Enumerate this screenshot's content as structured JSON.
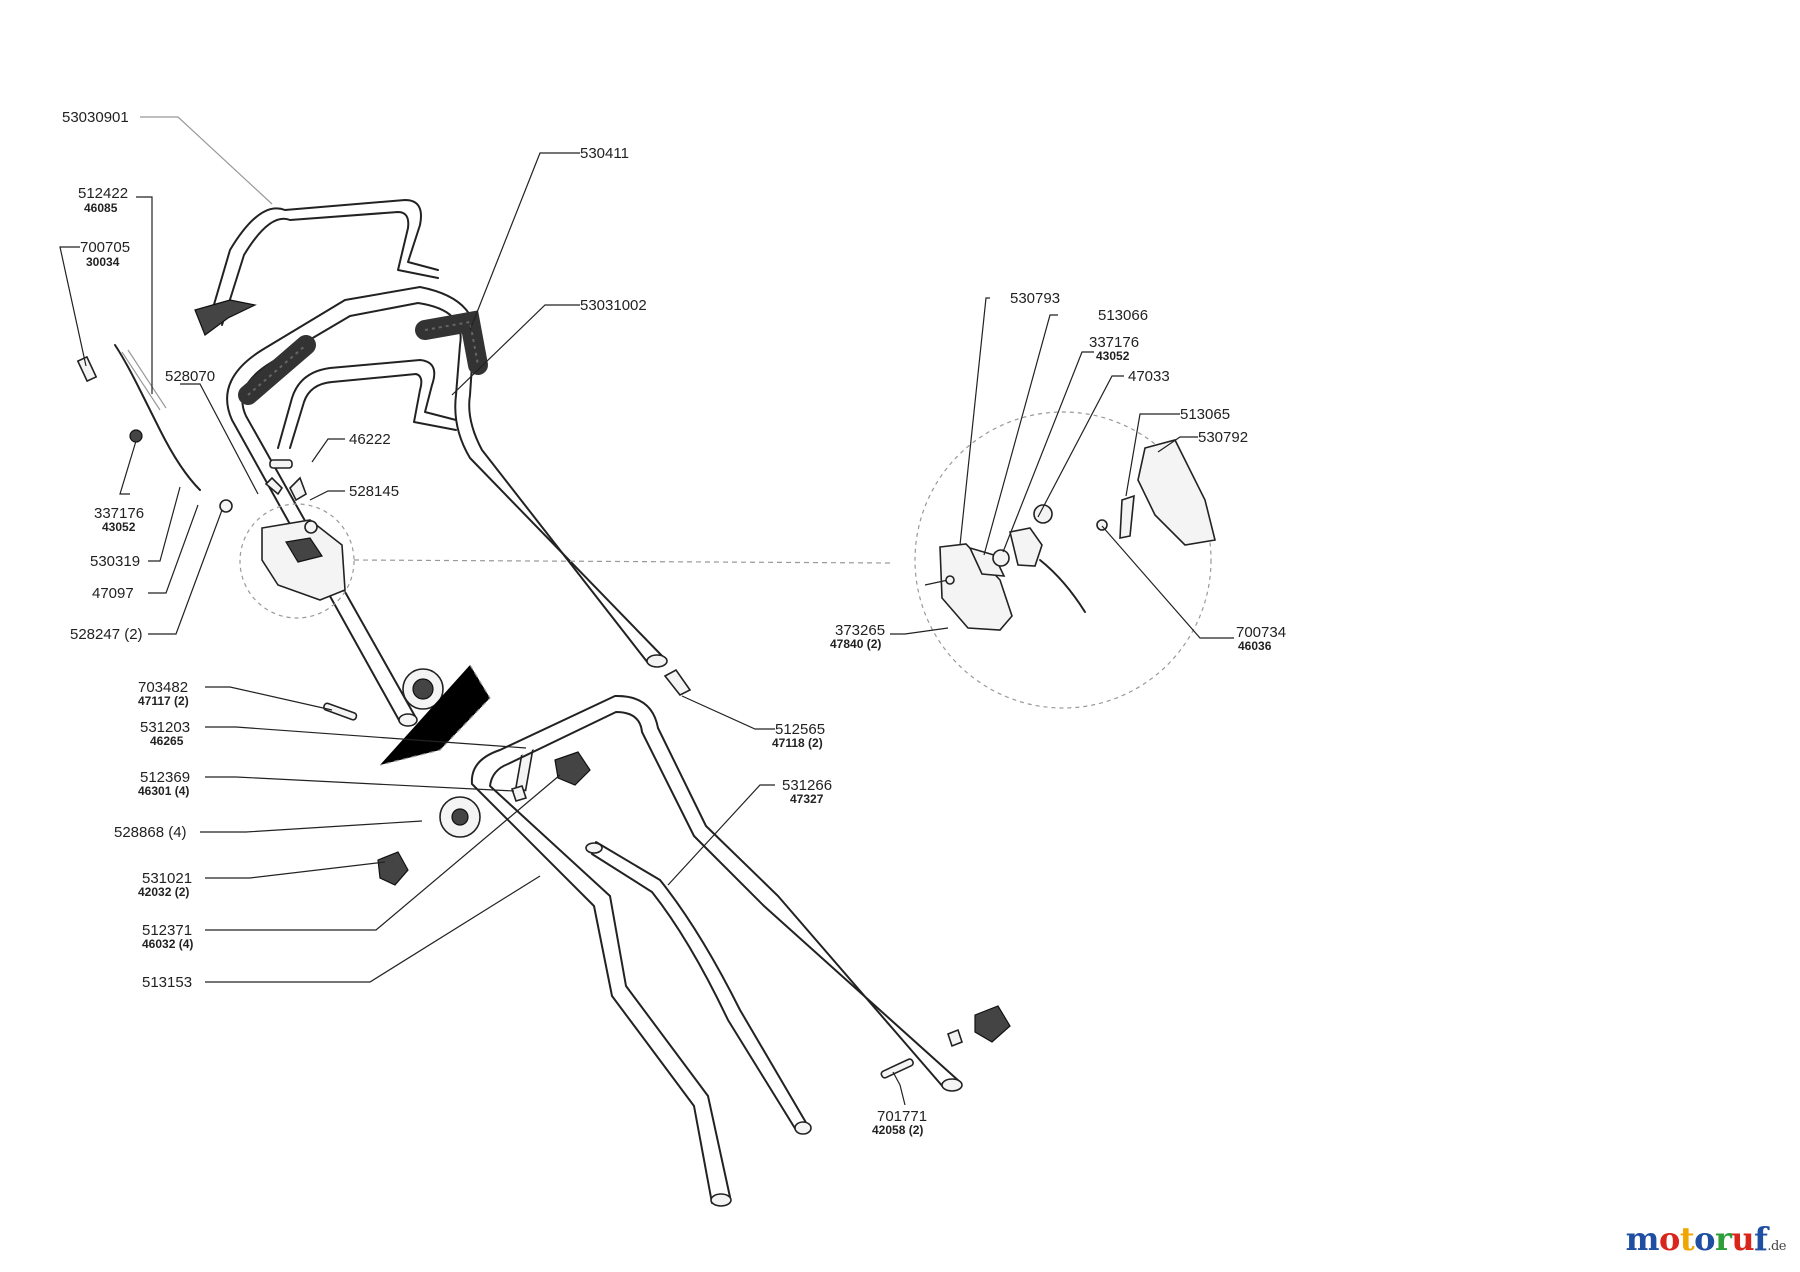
{
  "diagram": {
    "callouts": {
      "c53030901": {
        "main": "53030901"
      },
      "c530411": {
        "main": "530411"
      },
      "c512422": {
        "main": "512422",
        "sub": "46085"
      },
      "c700705": {
        "main": "700705",
        "sub": "30034"
      },
      "c53031002": {
        "main": "53031002"
      },
      "c528070": {
        "main": "528070"
      },
      "c46222": {
        "main": "46222"
      },
      "c528145": {
        "main": "528145"
      },
      "c337176a": {
        "main": "337176",
        "sub": "43052"
      },
      "c530319": {
        "main": "530319"
      },
      "c47097": {
        "main": "47097"
      },
      "c528247": {
        "main": "528247 (2)"
      },
      "c703482": {
        "main": "703482",
        "sub": "47117 (2)"
      },
      "c531203": {
        "main": "531203",
        "sub": "46265"
      },
      "c512369": {
        "main": "512369",
        "sub": "46301 (4)"
      },
      "c528868": {
        "main": "528868 (4)"
      },
      "c531021": {
        "main": "531021",
        "sub": "42032 (2)"
      },
      "c512371": {
        "main": "512371",
        "sub": "46032 (4)"
      },
      "c513153": {
        "main": "513153"
      },
      "c512565": {
        "main": "512565",
        "sub": "47118 (2)"
      },
      "c531266": {
        "main": "531266",
        "sub": "47327"
      },
      "c701771": {
        "main": "701771",
        "sub": "42058 (2)"
      },
      "c530793": {
        "main": "530793"
      },
      "c513066": {
        "main": "513066"
      },
      "c337176b": {
        "main": "337176",
        "sub": "43052"
      },
      "c47033": {
        "main": "47033"
      },
      "c513065": {
        "main": "513065"
      },
      "c530792": {
        "main": "530792"
      },
      "c373265": {
        "main": "373265",
        "sub": "47840 (2)"
      },
      "c700734": {
        "main": "700734",
        "sub": "46036"
      }
    }
  },
  "logo": {
    "letters": [
      "m",
      "o",
      "t",
      "o",
      "r",
      "u",
      "f"
    ],
    "colors": [
      "#1f4fa3",
      "#d9261c",
      "#f0a500",
      "#1f4fa3",
      "#2e9e3a",
      "#d9261c",
      "#1f4fa3"
    ],
    "domain": ".de"
  }
}
